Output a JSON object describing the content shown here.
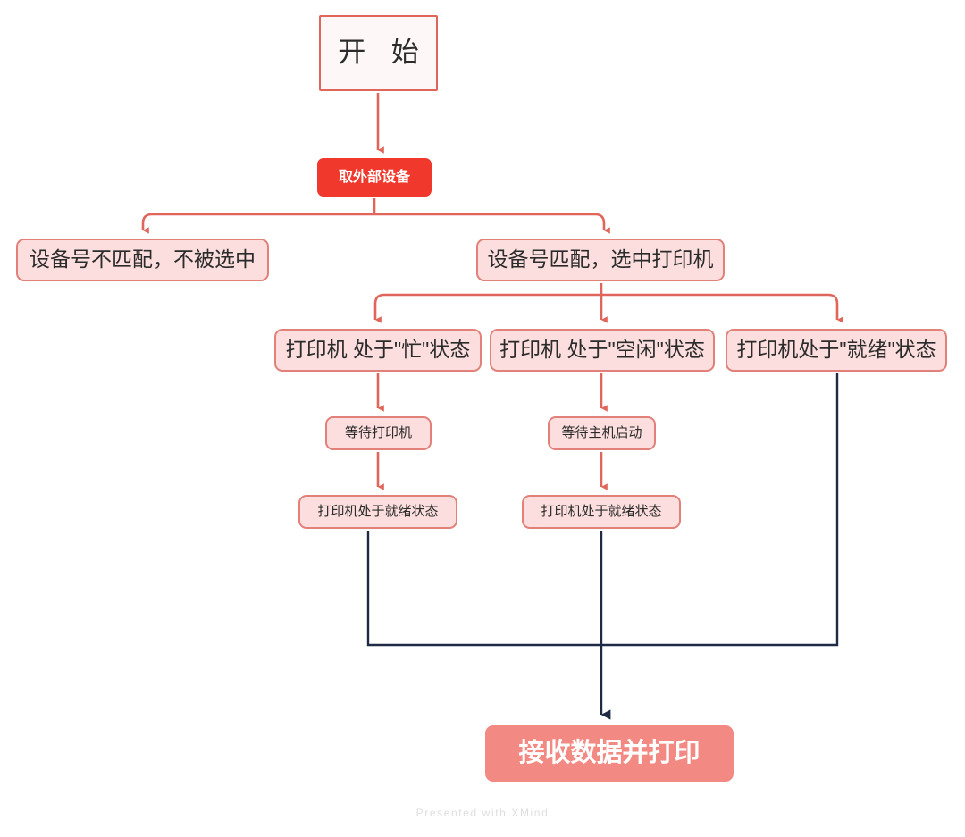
{
  "diagram": {
    "type": "flowchart",
    "title_node": "开 始",
    "watermark": "Presented with XMind",
    "colors": {
      "accent_red": "#F0392C",
      "node_fill_pink": "#FBDEDD",
      "node_border_pink": "#E2817A",
      "final_fill": "#F28A83",
      "merge_line": "#1F2A44",
      "connector": "#E0655A",
      "start_fill": "#FDF8F7",
      "watermark_color": "#DEDEDE"
    },
    "nodes": {
      "start": "开 始",
      "get_device": "取外部设备",
      "no_match": "设备号不匹配，不被选中",
      "match": "设备号匹配，选中打印机",
      "state_busy": "打印机 处于\"忙\"状态",
      "state_idle": "打印机 处于\"空闲\"状态",
      "state_ready": "打印机处于\"就绪\"状态",
      "wait_printer": "等待打印机",
      "wait_host": "等待主机启动",
      "ready_1": "打印机处于就绪状态",
      "ready_2": "打印机处于就绪状态",
      "final": "接收数据并打印"
    },
    "edges": [
      {
        "from": "start",
        "to": "get_device"
      },
      {
        "from": "get_device",
        "to": "no_match"
      },
      {
        "from": "get_device",
        "to": "match"
      },
      {
        "from": "match",
        "to": "state_busy"
      },
      {
        "from": "match",
        "to": "state_idle"
      },
      {
        "from": "match",
        "to": "state_ready"
      },
      {
        "from": "state_busy",
        "to": "wait_printer"
      },
      {
        "from": "state_idle",
        "to": "wait_host"
      },
      {
        "from": "wait_printer",
        "to": "ready_1"
      },
      {
        "from": "wait_host",
        "to": "ready_2"
      },
      {
        "from": "ready_1",
        "to": "final"
      },
      {
        "from": "ready_2",
        "to": "final"
      },
      {
        "from": "state_ready",
        "to": "final"
      }
    ]
  }
}
